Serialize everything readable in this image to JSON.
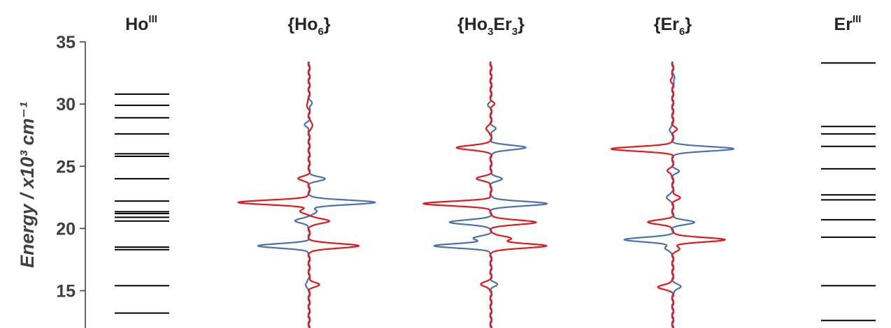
{
  "chart_data": {
    "type": "line",
    "ylabel": "Energy / x10³ cm⁻¹",
    "ylim": [
      12,
      35
    ],
    "yticks": [
      15,
      20,
      25,
      30,
      35
    ],
    "columns": [
      {
        "name": "Ho",
        "sup": "III",
        "kind": "levels",
        "levels": [
          13.2,
          15.4,
          18.3,
          18.5,
          20.6,
          20.9,
          21.2,
          21.35,
          22.2,
          24.0,
          25.8,
          26.0,
          27.6,
          28.9,
          29.9,
          30.8
        ]
      },
      {
        "name": "{Ho",
        "sub": "6",
        "tail": "}",
        "kind": "spectrum",
        "peaks": [
          {
            "e": 22.1,
            "red": 100,
            "blue": 95
          },
          {
            "e": 18.6,
            "red": 72,
            "blue": 72
          },
          {
            "e": 24.0,
            "red": 15,
            "blue": 22
          },
          {
            "e": 20.6,
            "red": 30,
            "blue": 20
          },
          {
            "e": 21.4,
            "red": 12,
            "blue": 12
          },
          {
            "e": 28.3,
            "red": 6,
            "blue": 6
          },
          {
            "e": 30.0,
            "red": 4,
            "blue": 4
          },
          {
            "e": 15.5,
            "red": 14,
            "blue": 6
          }
        ]
      },
      {
        "name": "{Ho",
        "sub": "3",
        "mid": "Er",
        "sub2": "3",
        "tail": "}",
        "kind": "spectrum",
        "peaks": [
          {
            "e": 22.0,
            "red": 95,
            "blue": 80
          },
          {
            "e": 18.6,
            "red": 80,
            "blue": 80
          },
          {
            "e": 26.5,
            "red": 50,
            "blue": 50
          },
          {
            "e": 20.5,
            "red": 65,
            "blue": 60
          },
          {
            "e": 24.0,
            "red": 20,
            "blue": 15
          },
          {
            "e": 19.2,
            "red": 30,
            "blue": 25
          },
          {
            "e": 28.0,
            "red": 8,
            "blue": 6
          },
          {
            "e": 30.0,
            "red": 4,
            "blue": 4
          },
          {
            "e": 15.5,
            "red": 15,
            "blue": 8
          }
        ]
      },
      {
        "name": "{Er",
        "sub": "6",
        "tail": "}",
        "kind": "spectrum",
        "peaks": [
          {
            "e": 26.4,
            "red": 88,
            "blue": 88
          },
          {
            "e": 19.1,
            "red": 75,
            "blue": 70
          },
          {
            "e": 20.5,
            "red": 35,
            "blue": 30
          },
          {
            "e": 22.5,
            "red": 10,
            "blue": 10
          },
          {
            "e": 24.6,
            "red": 8,
            "blue": 8
          },
          {
            "e": 28.0,
            "red": 5,
            "blue": 5
          },
          {
            "e": 32.0,
            "red": 3,
            "blue": 3
          },
          {
            "e": 18.4,
            "red": 10,
            "blue": 12
          },
          {
            "e": 15.3,
            "red": 22,
            "blue": 12
          }
        ]
      },
      {
        "name": "Er",
        "sup": "III",
        "kind": "levels",
        "levels": [
          12.6,
          15.4,
          19.3,
          20.7,
          22.3,
          22.7,
          24.8,
          26.6,
          27.6,
          28.2,
          33.3
        ]
      }
    ],
    "colors": {
      "red": "#e31a1c",
      "blue": "#4a72b0",
      "levels": "#000000",
      "axis": "#404040"
    }
  }
}
